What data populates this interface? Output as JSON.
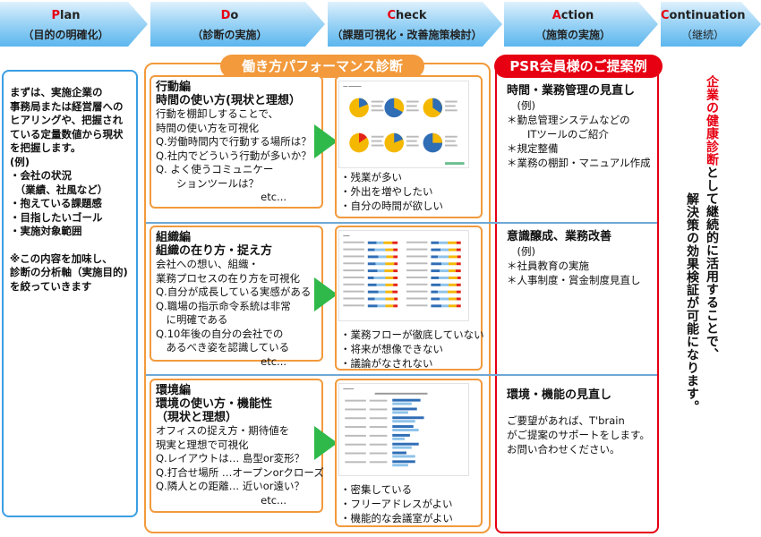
{
  "phases": [
    {
      "initial": "P",
      "rest": "lan",
      "sub": "（目的の明確化）"
    },
    {
      "initial": "D",
      "rest": "o",
      "sub": "（診断の実施）"
    },
    {
      "initial": "C",
      "rest": "heck",
      "sub": "（課題可視化・改善施策検討）"
    },
    {
      "initial": "A",
      "rest": "ction",
      "sub": "（施策の実施）"
    },
    {
      "initial": "C",
      "rest": "ontinuation",
      "sub": "（継続）"
    }
  ],
  "plan": {
    "lines": [
      "まずは、実施企業の",
      "事務局または経営層への",
      "ヒアリングや、把握され",
      "ている定量数値から現状",
      "を把握します。",
      "(例)",
      "・会社の状況",
      "　（業績、社風など）",
      "・抱えている課題感",
      "・目指したいゴール",
      "・実施対象範囲"
    ],
    "note_lines": [
      "※この内容を加味し、",
      "診断の分析軸（実施目的)",
      "を絞っていきます"
    ]
  },
  "do_title": "働き方パフォーマンス診断",
  "psr_title": "PSR会員様のご提案例",
  "rows": [
    {
      "do_heading": [
        "行動編",
        "時間の使い方(現状と理想）"
      ],
      "do_lines": [
        "行動を棚卸しすることで、",
        "時間の使い方を可視化",
        "Q.労働時間内で行動する場所は？",
        "Q.社内でどういう行動が多いか？",
        "Q. よく使うコミュニケー",
        "　　ションツールは？"
      ],
      "do_etc": "etc...",
      "check_items": [
        "・残業が多い",
        "・外出を増やしたい",
        "・自分の時間が欲しい"
      ],
      "psr_heading": "時間・業務管理の見直し",
      "psr_lines": [
        "　(例)",
        "＊勤怠管理システムなどの",
        "　　ITツールのご紹介",
        "＊規定整備",
        "＊業務の棚卸・マニュアル作成"
      ]
    },
    {
      "do_heading": [
        "組織編",
        "組織の在り方・捉え方"
      ],
      "do_lines": [
        "会社への想い、組織・",
        "業務プロセスの在り方を可視化",
        "Q.自分が成長している実感がある",
        "Q.職場の指示命令系統は非常",
        "　に明確である",
        "Q.10年後の自分の会社での",
        "　あるべき姿を認識している"
      ],
      "do_etc": "etc...",
      "check_items": [
        "・業務フローが徹底していない",
        "・将来が想像できない",
        "・議論がなされない"
      ],
      "psr_heading": "意識醸成、業務改善",
      "psr_lines": [
        "　(例)",
        "＊社員教育の実施",
        "＊人事制度・賞金制度見直し"
      ]
    },
    {
      "do_heading": [
        "環境編",
        "環境の使い方・機能性",
        "（現状と理想）"
      ],
      "do_lines": [
        "オフィスの捉え方・期待値を",
        "現実と理想で可視化",
        "Q.レイアウトは… 島型or変形？",
        "Q.打合せ場所 …オープンorクローズ",
        "Q.隣人との距離… 近いor遠い？"
      ],
      "do_etc": "etc...",
      "check_items": [
        "・密集している",
        "・フリーアドレスがよい",
        "・機能的な会議室がよい"
      ],
      "psr_heading": "環境・機能の見直し",
      "psr_lines": [
        "",
        "ご要望があれば、T'brain",
        "がご提案のサポートをします。",
        "お問い合わせください。"
      ]
    }
  ],
  "continuation": {
    "red": "企業の健康診断",
    "col1_rest": "として継続的に活用することで、",
    "col2": "解決策の効果検証が可能になります。"
  },
  "colors": {
    "accent_red": "#e60012",
    "orange": "#f29a3c",
    "blue": "#3a9ee4",
    "green": "#2fb94a"
  }
}
